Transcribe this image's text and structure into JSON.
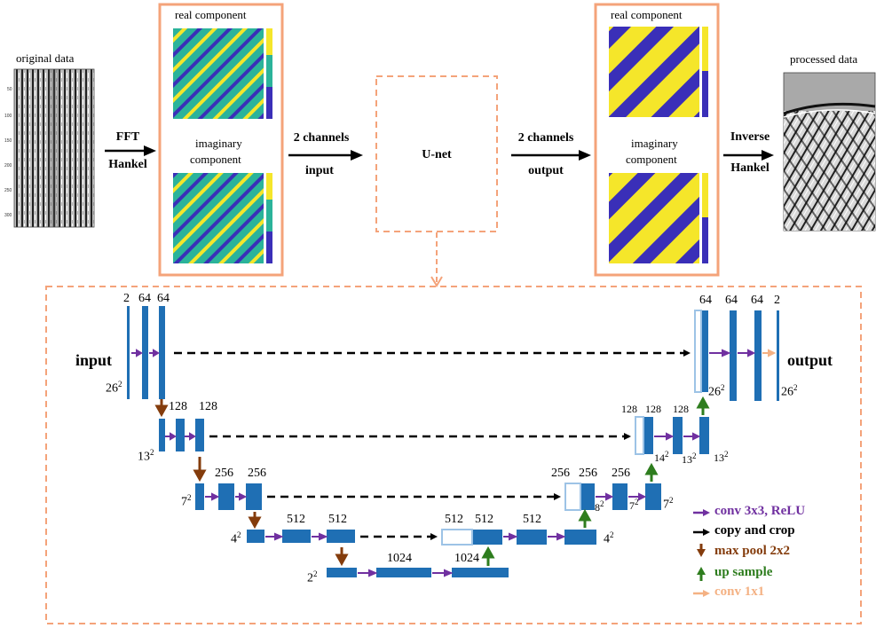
{
  "top": {
    "original_data": "original data",
    "processed_data": "processed data",
    "fft": "FFT",
    "hankel": "Hankel",
    "real_component": "real component",
    "imaginary_1": "imaginary",
    "imaginary_2": "component",
    "input_channels": "2 channels",
    "input_word": "input",
    "unet": "U-net",
    "output_channels": "2 channels",
    "output_word": "output",
    "inverse": "Inverse",
    "inverse_hankel": "Hankel"
  },
  "unet": {
    "input_label": "input",
    "output_label": "output",
    "channels": {
      "l1_a": "2",
      "l1_b": "64",
      "l1_c": "64",
      "l2_a": "128",
      "l2_b": "128",
      "l3_a": "256",
      "l3_b": "256",
      "l4_a": "512",
      "l4_b": "512",
      "l5_a": "1024",
      "l5_b": "1024",
      "r4_a": "512",
      "r4_b": "512",
      "r4_c": "512",
      "r3_a": "256",
      "r3_b": "256",
      "r3_c": "256",
      "r2_a": "128",
      "r2_b": "128",
      "r2_c": "128",
      "r1_a": "64",
      "r1_b": "64",
      "r1_c": "64",
      "r1_d": "2"
    },
    "sizes": {
      "s26": "26",
      "s13": "13",
      "s7": "7",
      "s4": "4",
      "s2": "2",
      "s8": "8",
      "s14": "14",
      "exp": "2"
    }
  },
  "legend": [
    {
      "label": "conv 3x3, ReLU",
      "color": "#7030a0"
    },
    {
      "label": "copy and crop",
      "color": "#000000"
    },
    {
      "label": "max pool 2x2",
      "color": "#843c0c"
    },
    {
      "label": "up sample",
      "color": "#2e7d1e"
    },
    {
      "label": "conv 1x1",
      "color": "#f4b183"
    }
  ],
  "colors": {
    "frame": "#f4a37a",
    "block": "#1f6fb4",
    "heat_bg": "#2bb39a",
    "heat_yellow": "#f5e62a",
    "heat_blue": "#3a2fb8"
  }
}
